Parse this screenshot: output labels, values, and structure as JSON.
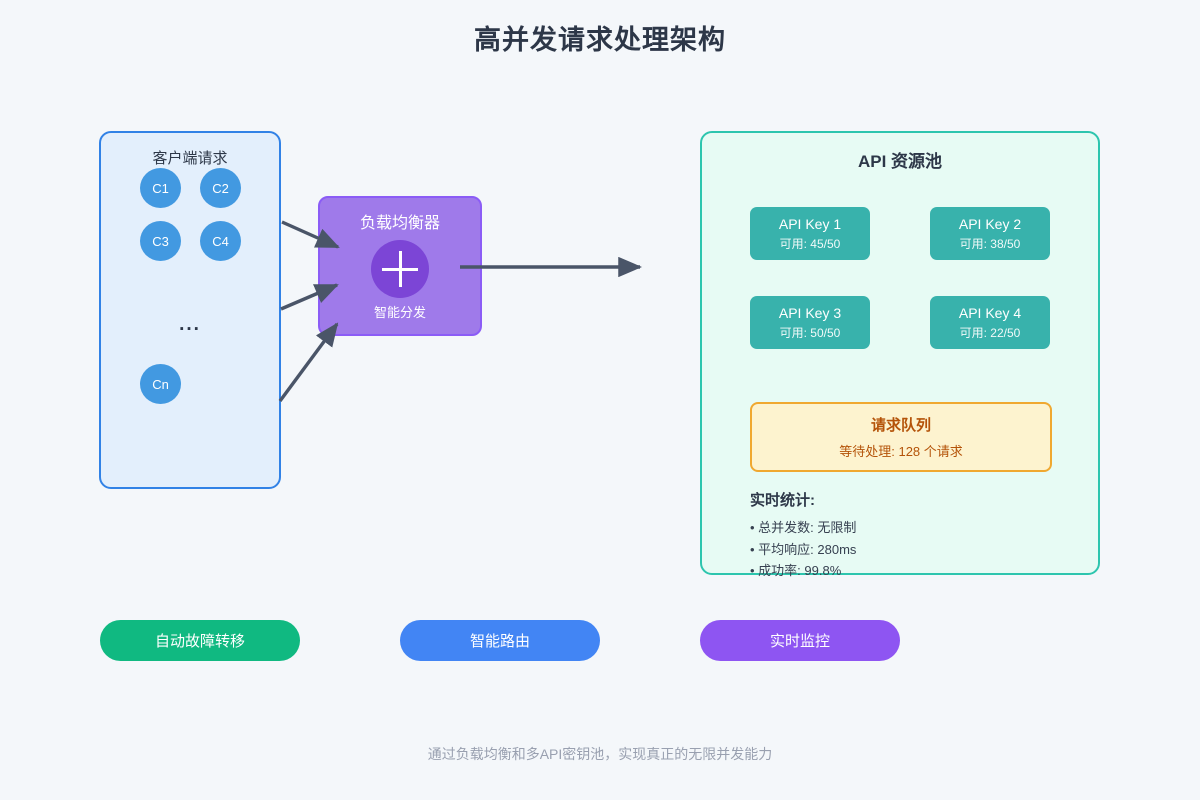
{
  "title": "高并发请求处理架构",
  "clients": {
    "title": "客户端请求",
    "nodes": [
      "C1",
      "C2",
      "C3",
      "C4"
    ],
    "ellipsis": "...",
    "more_node": "Cn"
  },
  "balancer": {
    "title": "负载均衡器",
    "subtitle": "智能分发",
    "icon": "plus-icon"
  },
  "api_pool": {
    "title": "API 资源池",
    "keys": [
      {
        "name": "API Key 1",
        "availability": "可用: 45/50"
      },
      {
        "name": "API Key 2",
        "availability": "可用: 38/50"
      },
      {
        "name": "API Key 3",
        "availability": "可用: 50/50"
      },
      {
        "name": "API Key 4",
        "availability": "可用: 22/50"
      }
    ],
    "queue": {
      "title": "请求队列",
      "pending": "等待处理: 128 个请求"
    },
    "stats": {
      "title": "实时统计:",
      "items": [
        "• 总并发数: 无限制",
        "• 平均响应: 280ms",
        "• 成功率: 99.8%"
      ]
    }
  },
  "features": [
    {
      "label": "自动故障转移",
      "color": "#10b981"
    },
    {
      "label": "智能路由",
      "color": "#4285f4"
    },
    {
      "label": "实时监控",
      "color": "#8e55f2"
    }
  ],
  "footer": "通过负载均衡和多API密钥池，实现真正的无限并发能力",
  "colors": {
    "background": "#f4f7fa",
    "arrow": "#4a5568",
    "client_box_bg": "#e3effc",
    "client_box_border": "#3182e6",
    "client_node": "#4299e1",
    "balancer_bg": "#9f7aea",
    "balancer_border": "#8b5cf6",
    "balancer_icon_bg": "#7c45d6",
    "pool_bg": "#e7fbf4",
    "pool_border": "#2dc5ae",
    "key_card_bg": "#38b2ac",
    "queue_bg": "#fdf3cf",
    "queue_border": "#f0a830",
    "queue_text": "#b45309"
  }
}
